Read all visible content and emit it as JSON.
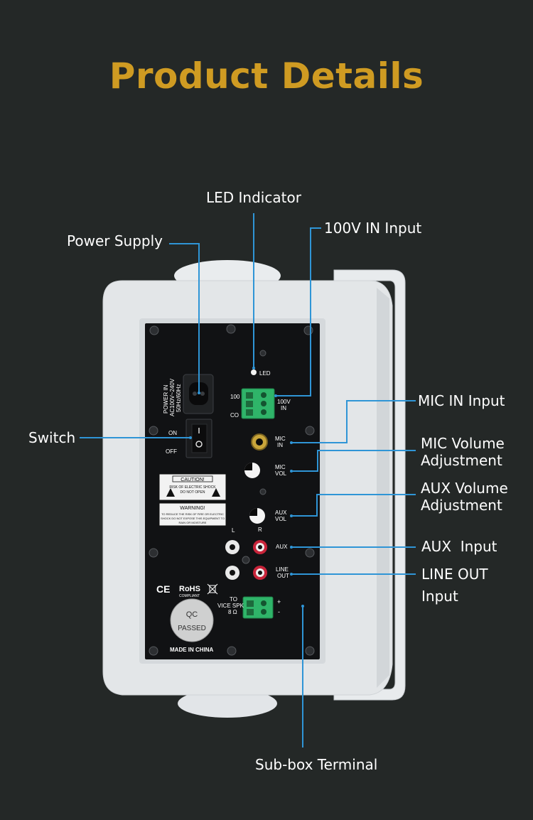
{
  "page": {
    "title": "Product Details",
    "colors": {
      "background": "#242827",
      "title": "#cf9b22",
      "callout_line": "#2f95d6",
      "speaker_body": "#e3e6e8",
      "panel": "#111214",
      "terminal": "#2fb469"
    }
  },
  "callouts": {
    "led_indicator": "LED Indicator",
    "v100_in_input": "100V IN Input",
    "power_supply": "Power Supply",
    "mic_in_input": "MIC IN Input",
    "switch": "Switch",
    "mic_volume_1": "MIC Volume",
    "mic_volume_2": "Adjustment",
    "aux_volume_1": "AUX Volume",
    "aux_volume_2": "Adjustment",
    "aux_input": "AUX  Input",
    "line_out_1": "LINE OUT",
    "line_out_2": "Input",
    "sub_box_terminal": "Sub-box Terminal"
  },
  "panel": {
    "led": "LED",
    "v100": "100",
    "com": "CO",
    "v100_in_1": "100V",
    "v100_in_2": "IN",
    "power_in_1": "POWER IN",
    "power_in_2": "AC100V~240V",
    "power_in_3": "50Hz/60Hz",
    "on": "ON",
    "off": "OFF",
    "mic_in_1": "MIC",
    "mic_in_2": "IN",
    "mic_vol_1": "MIC",
    "mic_vol_2": "VOL",
    "caution_title": "CAUTION!",
    "caution_1": "RISK OF ELECTRIC SHOCK",
    "caution_2": "DO NOT OPEN",
    "warning_title": "WARNING!",
    "warning_1": "TO REDUCE THE RISK OF FIRE OR ELECTRIC",
    "warning_2": "SHOCK DO NOT EXPOSE THIS EQUIPMENT TO",
    "warning_3": "RAIN OR MOISTURE",
    "aux_vol_1": "AUX",
    "aux_vol_2": "VOL",
    "left": "L",
    "right": "R",
    "aux": "AUX",
    "line_out_1": "LINE",
    "line_out_2": "OUT",
    "ce": "CE",
    "rohs": "RoHS",
    "compliant": "COMPLIANT",
    "to_vice_1": "TO",
    "to_vice_2": "VICE SPK",
    "to_vice_3": "8 Ω",
    "plus": "+",
    "minus": "-",
    "qc": "QC",
    "passed": "PASSED",
    "made_in": "MADE IN CHINA"
  }
}
